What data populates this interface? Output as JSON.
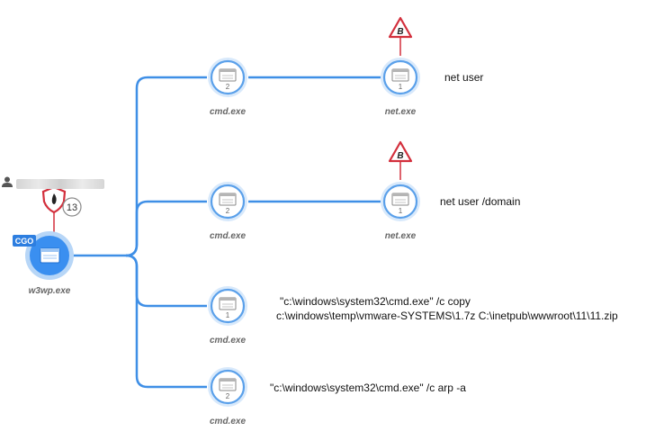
{
  "root": {
    "label": "w3wp.exe",
    "badge": "CGO",
    "alert_count": "13"
  },
  "children": [
    {
      "label": "cmd.exe",
      "count": "2"
    },
    {
      "label": "cmd.exe",
      "count": "2"
    },
    {
      "label": "cmd.exe",
      "count": "1"
    },
    {
      "label": "cmd.exe",
      "count": "2"
    }
  ],
  "grandchildren": [
    {
      "label": "net.exe",
      "count": "1",
      "alert_letter": "B"
    },
    {
      "label": "net.exe",
      "count": "1",
      "alert_letter": "B"
    }
  ],
  "commands": [
    {
      "line1": "net user",
      "line2": ""
    },
    {
      "line1": "net user /domain",
      "line2": ""
    },
    {
      "line1": "\"c:\\windows\\system32\\cmd.exe\" /c copy",
      "line2": "c:\\windows\\temp\\vmware-SYSTEMS\\1.7z C:\\inetpub\\wwwroot\\11\\11.zip"
    },
    {
      "line1": "\"c:\\windows\\system32\\cmd.exe\" /c arp -a",
      "line2": ""
    }
  ],
  "colors": {
    "edge": "#3f8fe6",
    "node_ring": "#a9cef5",
    "root_fill": "#3a8ff0",
    "alert_red": "#d32f3c"
  }
}
